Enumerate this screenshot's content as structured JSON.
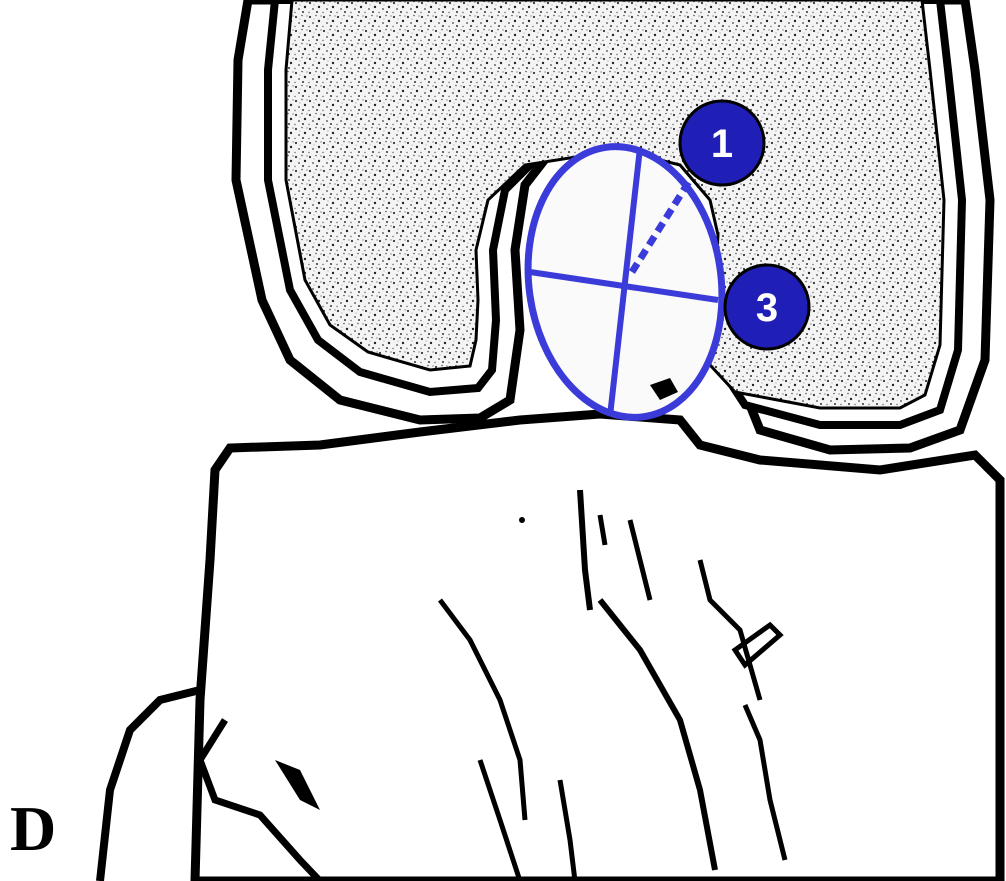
{
  "panel_label": "D",
  "markers": [
    {
      "id": "1",
      "label": "1"
    },
    {
      "id": "3",
      "label": "3"
    }
  ],
  "colors": {
    "outline": "#000000",
    "bone_texture": "#2a2a2a",
    "bone_fill": "#f2f2f2",
    "graft_blue": "#3b3bd9",
    "marker_fill": "#1f1fb8",
    "marker_text": "#ffffff",
    "background": "#ffffff"
  }
}
